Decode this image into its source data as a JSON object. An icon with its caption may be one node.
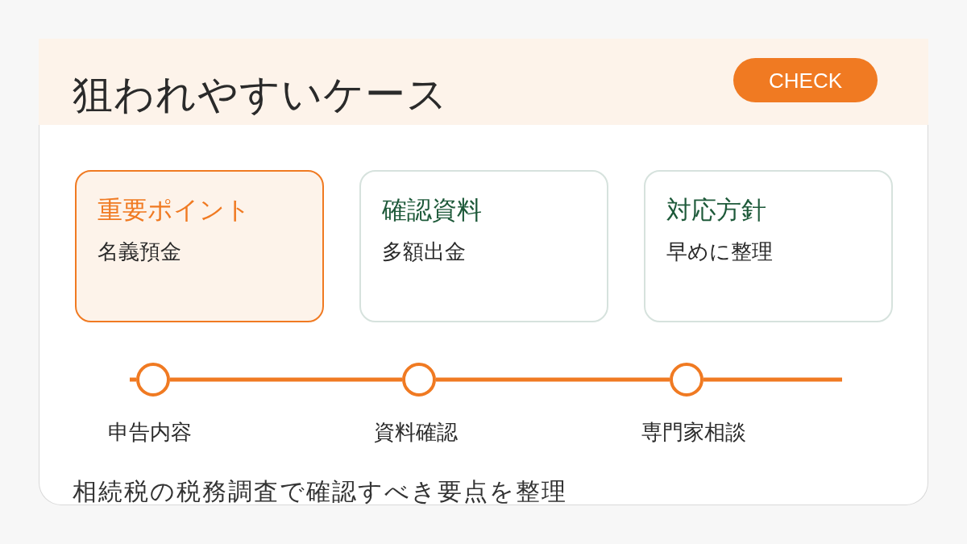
{
  "diagram": {
    "title": "狙われやすいケース",
    "caption": "相続税の税務調査で確認すべき要点を整理",
    "nodes": [
      {
        "text": [
          "CHECK"
        ]
      },
      {
        "text": [
          "重要ポイント",
          "名義預金"
        ]
      },
      {
        "text": [
          "確認資料",
          "多額出金"
        ]
      },
      {
        "text": [
          "対応方針",
          "早めに整理"
        ]
      },
      {
        "text": [],
        "shape": "circle",
        "beside": [
          "申告内容"
        ]
      },
      {
        "text": [],
        "shape": "circle",
        "beside": [
          "資料確認"
        ]
      },
      {
        "text": [],
        "shape": "circle",
        "beside": [
          "専門家相談"
        ]
      }
    ],
    "edges": [
      {
        "from": null,
        "to": 4,
        "arrow": "none"
      },
      {
        "from": 4,
        "to": 5,
        "arrow": "none"
      },
      {
        "from": 5,
        "to": 6,
        "arrow": "none"
      },
      {
        "from": 6,
        "to": null,
        "arrow": "none"
      }
    ]
  }
}
